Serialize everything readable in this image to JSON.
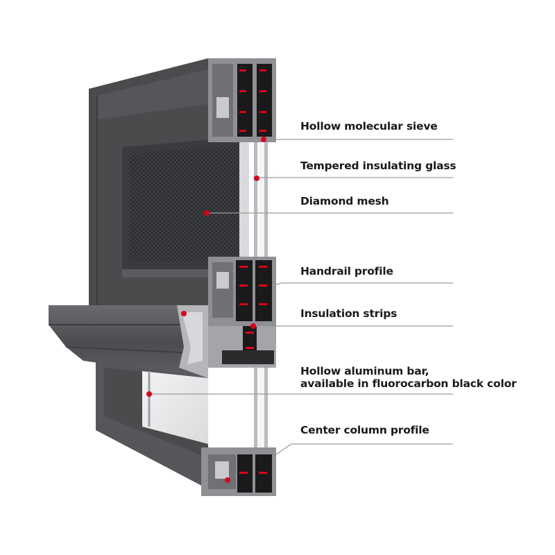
{
  "title": "Window profile cross-section diagram",
  "labels": {
    "hollow_molecular_sieve": "Hollow molecular sieve",
    "tempered_glass": "Tempered insulating glass",
    "diamond_mesh": "Diamond mesh",
    "handrail_profile": "Handrail profile",
    "insulation_strips": "Insulation strips",
    "hollow_bar_line1": "Hollow aluminum bar,",
    "hollow_bar_line2": "available in fluorocarbon black color",
    "center_column": "Center column profile"
  },
  "colors": {
    "frame": "#4a4b4d",
    "marker": "#e0001b",
    "leader": "#9a9a9a"
  }
}
